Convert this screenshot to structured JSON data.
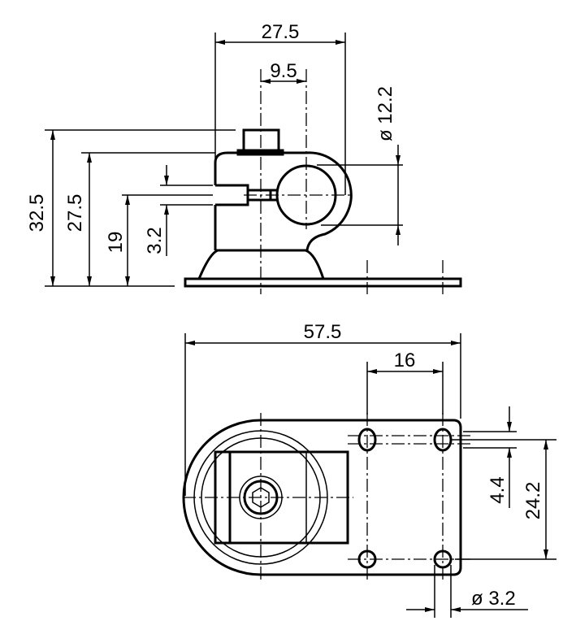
{
  "drawing": {
    "side_view": {
      "dim_total_width": "27.5",
      "dim_clamp_offset": "9.5",
      "dim_bore_diameter": "ø 12.2",
      "dim_total_height": "32.5",
      "dim_body_height": "27.5",
      "dim_center_height": "19",
      "dim_slot_width": "3.2"
    },
    "top_view": {
      "dim_plate_length": "57.5",
      "dim_hole_spacing_x": "16",
      "dim_hole_size": "4.4",
      "dim_hole_spacing_y": "24.2",
      "dim_hole_diameter": "ø 3.2"
    }
  }
}
